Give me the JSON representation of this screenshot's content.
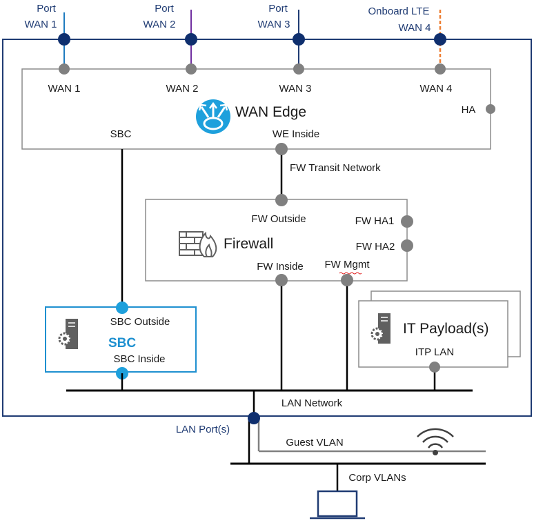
{
  "ports": [
    {
      "line1": "Port",
      "line2": "WAN 1"
    },
    {
      "line1": "Port",
      "line2": "WAN 2"
    },
    {
      "line1": "Port",
      "line2": "WAN 3"
    },
    {
      "line1": "Onboard LTE",
      "line2": "WAN 4"
    }
  ],
  "wan_edge": {
    "title": "WAN Edge",
    "wan_labels": [
      "WAN 1",
      "WAN 2",
      "WAN 3",
      "WAN 4"
    ],
    "ha_label": "HA",
    "sbc_label": "SBC",
    "inside_label": "WE Inside"
  },
  "transit_label": "FW Transit Network",
  "firewall": {
    "title": "Firewall",
    "outside_label": "FW Outside",
    "ha1_label": "FW HA1",
    "ha2_label": "FW HA2",
    "inside_label": "FW Inside",
    "mgmt_label": "FW Mgmt"
  },
  "sbc": {
    "title": "SBC",
    "outside_label": "SBC Outside",
    "inside_label": "SBC Inside"
  },
  "it_payload": {
    "title": "IT Payload(s)",
    "lan_label": "ITP LAN"
  },
  "lan_network_label": "LAN Network",
  "lan_ports_label": "LAN Port(s)",
  "guest_vlan_label": "Guest VLAN",
  "corp_vlans_label": "Corp VLANs",
  "colors": {
    "outer_border": "#1f3b73",
    "wan1": "#1e7bbf",
    "wan2": "#7030a0",
    "wan3": "#1f3b73",
    "wan4": "#ed7d31",
    "port_dot": "#0f2f6e",
    "gray_dot": "#808080",
    "sbc_accent": "#1e90d0",
    "icon_blue": "#1ea0dc"
  },
  "icons": {
    "wan_edge": "router-arrows-icon",
    "firewall": "firewall-flame-icon",
    "sbc": "server-gear-icon",
    "it_payload": "server-gear-icon",
    "wifi": "wifi-icon",
    "laptop": "laptop-icon"
  }
}
